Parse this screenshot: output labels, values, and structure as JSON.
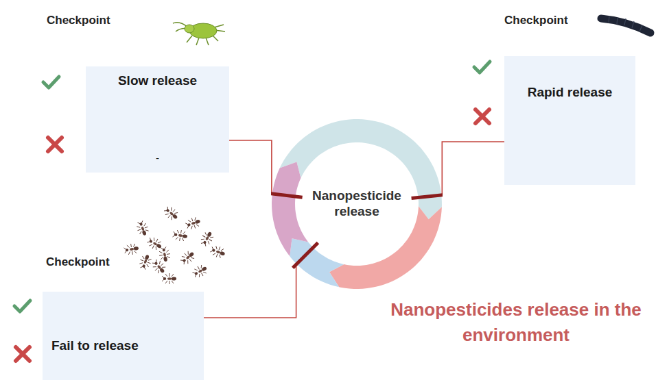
{
  "diagram": {
    "title": "Nanopesticides release in the environment",
    "nodes": [
      {
        "text": [
          "Slow release",
          "-"
        ]
      },
      {
        "text": [
          "Rapid release"
        ]
      },
      {
        "text": [
          "Nanopesticide release"
        ]
      },
      {
        "text": [
          "Fail to release"
        ]
      }
    ],
    "edges": [
      {
        "from": 0,
        "to": 2,
        "arrow": "none"
      },
      {
        "from": 1,
        "to": 2,
        "arrow": "none"
      },
      {
        "from": 3,
        "to": 2,
        "arrow": "none"
      }
    ],
    "labels": [
      "Checkpoint",
      "Checkpoint",
      "Checkpoint"
    ]
  }
}
